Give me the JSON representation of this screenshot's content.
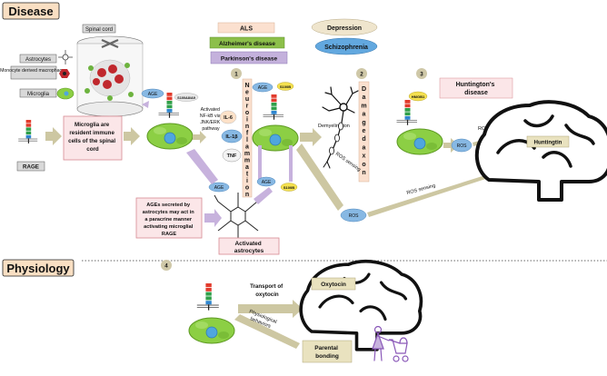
{
  "sections": {
    "disease": "Disease",
    "physiology": "Physiology"
  },
  "legend": {
    "spinal_cord": "Spinal cord",
    "astrocytes": "Astrocytes",
    "monocyte": "Monocyte derived macrophages",
    "microglia": "Microglia",
    "rage": "RAGE"
  },
  "diseases": {
    "als": "ALS",
    "alzheimers": "Alzheimer's disease",
    "parkinsons": "Parkinson's disease",
    "depression": "Depression",
    "schizophrenia": "Schizophrenia",
    "huntingtons": "Huntington's disease"
  },
  "boxes": {
    "microglia_resident": "Microglia are resident immune cells of the spinal cord",
    "ages_secreted": "AGEs secreted by astrocytes may act in a paracrine manner activating microglial RAGE",
    "activated_astrocytes": "Activated astrocytes",
    "huntingtin": "Huntingtin",
    "oxytocin": "Oxytocin",
    "parental_bonding": "Parental bonding"
  },
  "labels": {
    "age": "AGE",
    "s100ab": "S100A8/A9",
    "s100b": "S100B",
    "hmgb1": "HMGB1",
    "activated_nfkb": "Activated NF-kB via JNK/ERK pathway",
    "il6": "IL-6",
    "il1b": "IL-1β",
    "tnf": "TNF",
    "neuroinflammation": "Neuroinflammation",
    "damaged_axon": "Damaged axon",
    "demyelination": "Demyelination",
    "ros": "ROS",
    "ros_sensing": "ROS sensing",
    "transport_oxytocin": "Transport of oxytocin",
    "physiological_behaviors": "Physiological behaviors"
  },
  "steps": [
    "1",
    "2",
    "3",
    "4"
  ],
  "colors": {
    "section_box": "#f9dfc3",
    "als_box": "#fbe0cf",
    "alz_box": "#8cbf4a",
    "park_box": "#c4b1dc",
    "dep_box": "#efe5cd",
    "schizo_box": "#62a8df",
    "pink_box": "#fbe6e8",
    "tan_box": "#e9e2bf",
    "arrow_tan": "#cdc7a2",
    "arrow_purple": "#c7b2dd",
    "ellipse_blue": "#87b8e3",
    "cell_green": "#8ccf44",
    "badge": "#cfc8a8"
  }
}
